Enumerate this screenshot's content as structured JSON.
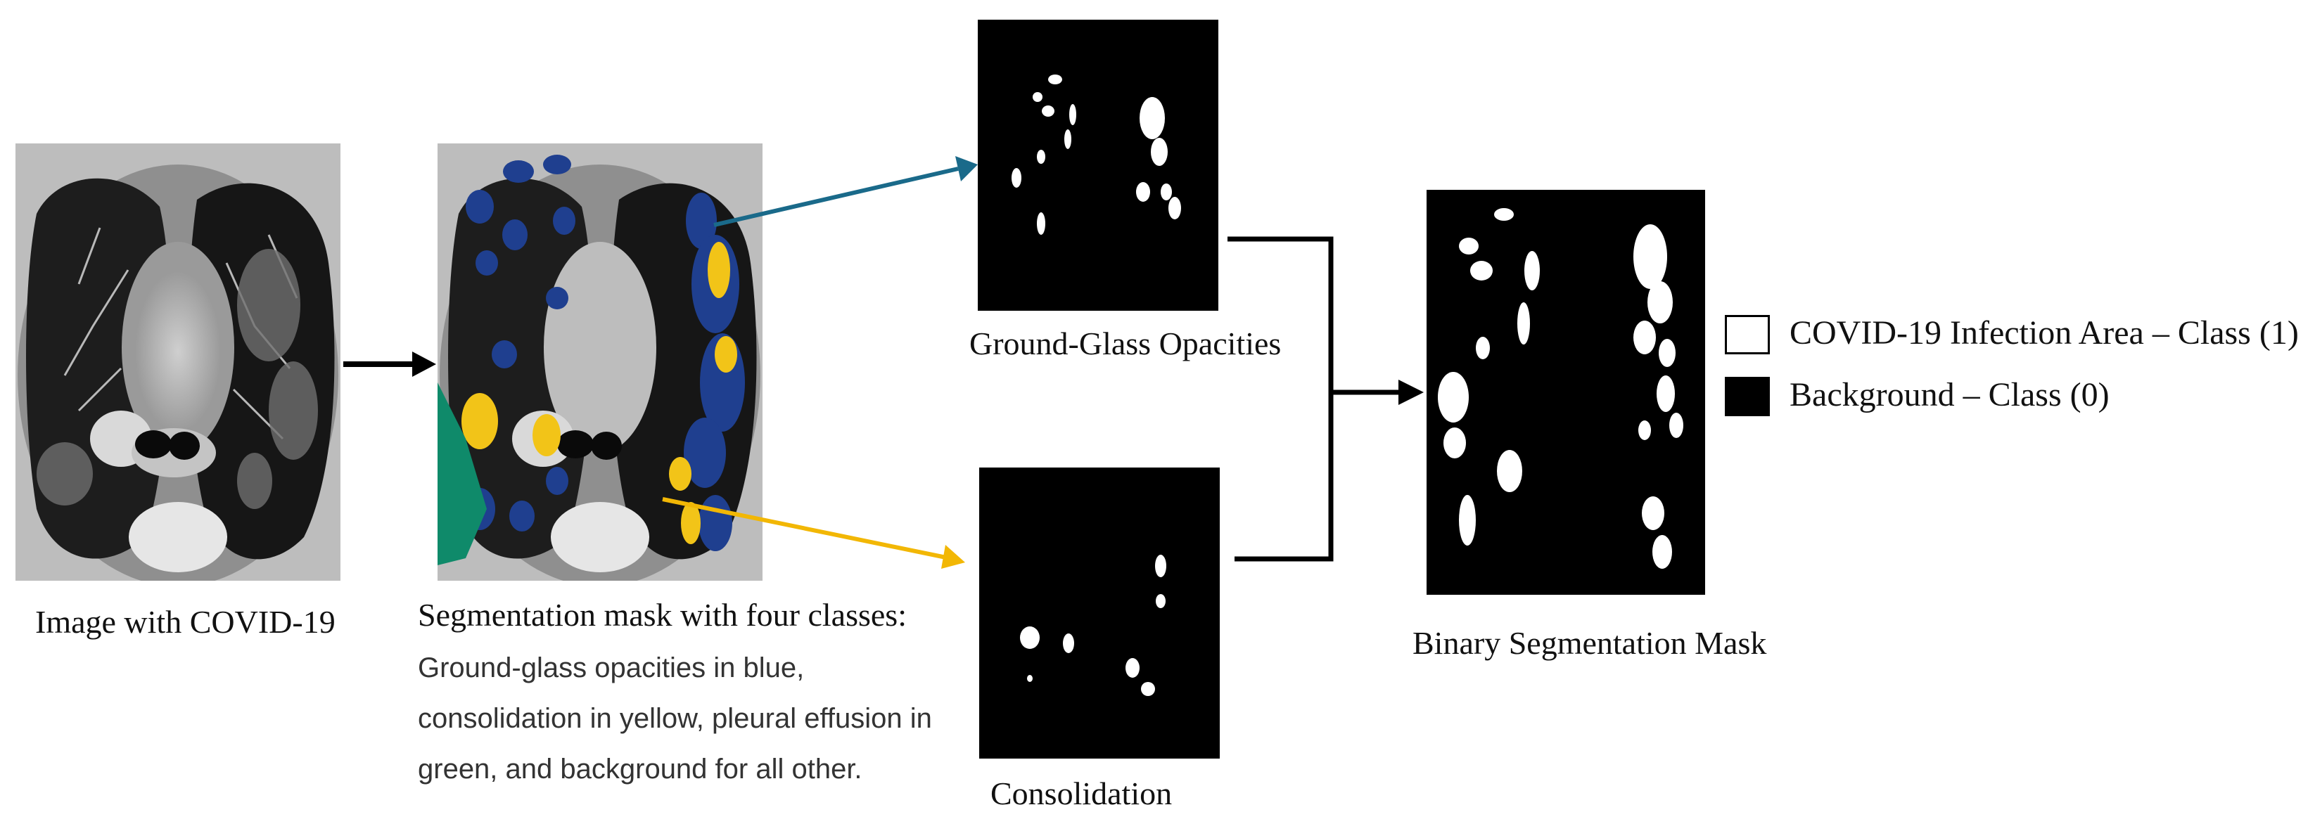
{
  "input_panel": {
    "caption": "Image with COVID-19",
    "icon": "ct-scan-image"
  },
  "segmentation_panel": {
    "caption": "Segmentation mask with four classes:",
    "description_lines": [
      "Ground-glass opacities in blue,",
      "consolidation in yellow, pleural effusion in",
      "green, and background for all other."
    ],
    "class_colors": {
      "ground_glass_opacities": "#1f3f8f",
      "consolidation": "#f2c418",
      "pleural_effusion": "#0f8a6a"
    }
  },
  "ggo_panel": {
    "caption": "Ground-Glass Opacities",
    "arrow_color": "#1a6a8a"
  },
  "consolidation_panel": {
    "caption": "Consolidation",
    "arrow_color": "#f2b705"
  },
  "binary_panel": {
    "caption": "Binary Segmentation Mask"
  },
  "legend": {
    "items": [
      {
        "label": "COVID-19 Infection Area – Class (1)",
        "swatch_color": "#ffffff"
      },
      {
        "label": "Background – Class (0)",
        "swatch_color": "#000000"
      }
    ]
  },
  "colors": {
    "flow_arrow": "#000000",
    "mask_background": "#000000",
    "mask_foreground": "#ffffff"
  }
}
